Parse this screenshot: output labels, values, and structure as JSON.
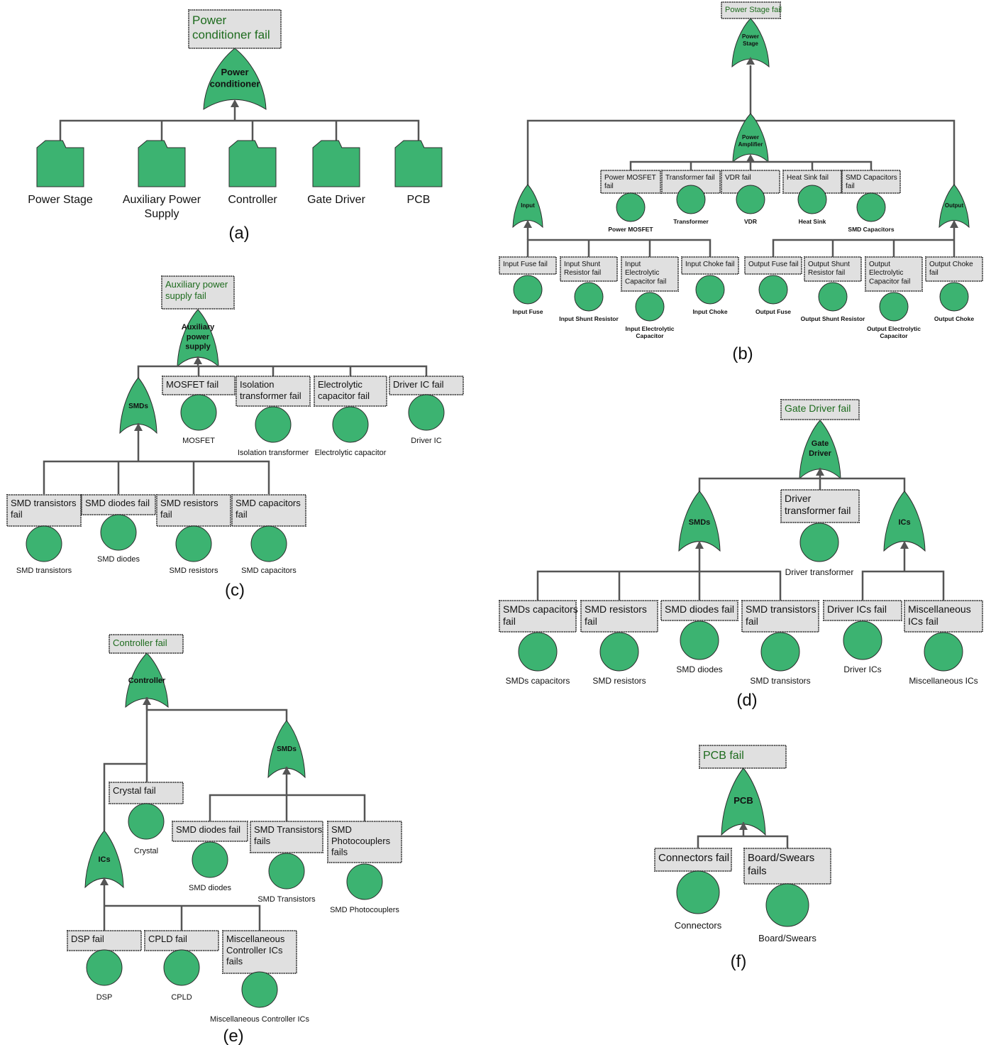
{
  "colors": {
    "gate": "#3cb371",
    "event_box": "#e0e0e0",
    "top_text": "#1e6b1e",
    "connector": "#555555"
  },
  "panels": {
    "a": {
      "label": "(a)",
      "top_event": [
        "Power",
        "conditioner fail"
      ],
      "gate": [
        "Power",
        "conditioner"
      ],
      "transfers": [
        [
          "Power Stage"
        ],
        [
          "Auxiliary Power",
          "Supply"
        ],
        [
          "Controller"
        ],
        [
          "Gate Driver"
        ],
        [
          "PCB"
        ]
      ]
    },
    "b": {
      "label": "(b)",
      "top_event": [
        "Power Stage fail"
      ],
      "gate_top": [
        "Power",
        "Stage"
      ],
      "gate_amp": [
        "Power",
        "Amplifier"
      ],
      "gate_input": [
        "Input"
      ],
      "gate_output": [
        "Output"
      ],
      "amp_events": [
        {
          "box": [
            "Power MOSFET",
            "fail"
          ],
          "name": [
            "Power MOSFET"
          ]
        },
        {
          "box": [
            "Transformer fail"
          ],
          "name": [
            "Transformer"
          ]
        },
        {
          "box": [
            "VDR fail"
          ],
          "name": [
            "VDR"
          ]
        },
        {
          "box": [
            "Heat Sink fail"
          ],
          "name": [
            "Heat Sink"
          ]
        },
        {
          "box": [
            "SMD Capacitors",
            "fail"
          ],
          "name": [
            "SMD Capacitors"
          ]
        }
      ],
      "input_events": [
        {
          "box": [
            "Input Fuse fail"
          ],
          "name": [
            "Input Fuse"
          ]
        },
        {
          "box": [
            "Input Shunt",
            "Resistor fail"
          ],
          "name": [
            "Input Shunt Resistor"
          ]
        },
        {
          "box": [
            "Input",
            "Electrolytic",
            "Capacitor fail"
          ],
          "name": [
            "Input Electrolytic",
            "Capacitor"
          ]
        },
        {
          "box": [
            "Input Choke fail"
          ],
          "name": [
            "Input Choke"
          ]
        }
      ],
      "output_events": [
        {
          "box": [
            "Output Fuse fail"
          ],
          "name": [
            "Output Fuse"
          ]
        },
        {
          "box": [
            "Output Shunt",
            "Resistor fail"
          ],
          "name": [
            "Output Shunt Resistor"
          ]
        },
        {
          "box": [
            "Output",
            "Electrolytic",
            "Capacitor fail"
          ],
          "name": [
            "Output Electrolytic",
            "Capacitor"
          ]
        },
        {
          "box": [
            "Output Choke",
            "fail"
          ],
          "name": [
            "Output Choke"
          ]
        }
      ]
    },
    "c": {
      "label": "(c)",
      "top_event": [
        "Auxiliary power",
        "supply  fail"
      ],
      "gate_top": [
        "Auxiliary",
        "power",
        "supply"
      ],
      "gate_smds": [
        "SMDs"
      ],
      "direct_events": [
        {
          "box": [
            "MOSFET fail"
          ],
          "name": [
            "MOSFET"
          ]
        },
        {
          "box": [
            "Isolation",
            "transformer fail"
          ],
          "name": [
            "Isolation transformer"
          ]
        },
        {
          "box": [
            "Electrolytic",
            "capacitor fail"
          ],
          "name": [
            "Electrolytic capacitor"
          ]
        },
        {
          "box": [
            "Driver IC fail"
          ],
          "name": [
            "Driver IC"
          ]
        }
      ],
      "smd_events": [
        {
          "box": [
            "SMD transistors",
            "fail"
          ],
          "name": [
            "SMD transistors"
          ]
        },
        {
          "box": [
            "SMD diodes fail"
          ],
          "name": [
            "SMD diodes"
          ]
        },
        {
          "box": [
            "SMD resistors",
            "fail"
          ],
          "name": [
            "SMD resistors"
          ]
        },
        {
          "box": [
            "SMD capacitors",
            "fail"
          ],
          "name": [
            "SMD capacitors"
          ]
        }
      ]
    },
    "d": {
      "label": "(d)",
      "top_event": [
        "Gate Driver fail"
      ],
      "gate_top": [
        "Gate",
        "Driver"
      ],
      "gate_smds": [
        "SMDs"
      ],
      "gate_ics": [
        "ICs"
      ],
      "direct_event": {
        "box": [
          "Driver",
          "transformer fail"
        ],
        "name": [
          "Driver transformer"
        ]
      },
      "smd_events": [
        {
          "box": [
            "SMDs capacitors",
            "fail"
          ],
          "name": [
            "SMDs capacitors"
          ]
        },
        {
          "box": [
            "SMD resistors",
            "fail"
          ],
          "name": [
            "SMD resistors"
          ]
        },
        {
          "box": [
            "SMD diodes fail"
          ],
          "name": [
            "SMD diodes"
          ]
        },
        {
          "box": [
            "SMD transistors",
            "fail"
          ],
          "name": [
            "SMD transistors"
          ]
        }
      ],
      "ic_events": [
        {
          "box": [
            "Driver ICs fail"
          ],
          "name": [
            "Driver ICs"
          ]
        },
        {
          "box": [
            "Miscellaneous",
            "ICs fail"
          ],
          "name": [
            "Miscellaneous ICs"
          ]
        }
      ]
    },
    "e": {
      "label": "(e)",
      "top_event": [
        "Controller fail"
      ],
      "gate_top": [
        "Controller"
      ],
      "gate_smds": [
        "SMDs"
      ],
      "gate_ics": [
        "ICs"
      ],
      "direct_event": {
        "box": [
          "Crystal fail"
        ],
        "name": [
          "Crystal"
        ]
      },
      "smd_events": [
        {
          "box": [
            "SMD diodes fail"
          ],
          "name": [
            "SMD diodes"
          ]
        },
        {
          "box": [
            "SMD Transistors",
            "fails"
          ],
          "name": [
            "SMD Transistors"
          ]
        },
        {
          "box": [
            "SMD",
            "Photocouplers",
            "fails"
          ],
          "name": [
            "SMD Photocouplers"
          ]
        }
      ],
      "ic_events": [
        {
          "box": [
            "DSP fail"
          ],
          "name": [
            "DSP"
          ]
        },
        {
          "box": [
            "CPLD fail"
          ],
          "name": [
            "CPLD"
          ]
        },
        {
          "box": [
            "Miscellaneous",
            "Controller ICs",
            "fails"
          ],
          "name": [
            "Miscellaneous Controller ICs"
          ]
        }
      ]
    },
    "f": {
      "label": "(f)",
      "top_event": [
        "PCB fail"
      ],
      "gate_top": [
        "PCB"
      ],
      "events": [
        {
          "box": [
            "Connectors fail"
          ],
          "name": [
            "Connectors"
          ]
        },
        {
          "box": [
            "Board/Swears",
            "fails"
          ],
          "name": [
            "Board/Swears"
          ]
        }
      ]
    }
  }
}
